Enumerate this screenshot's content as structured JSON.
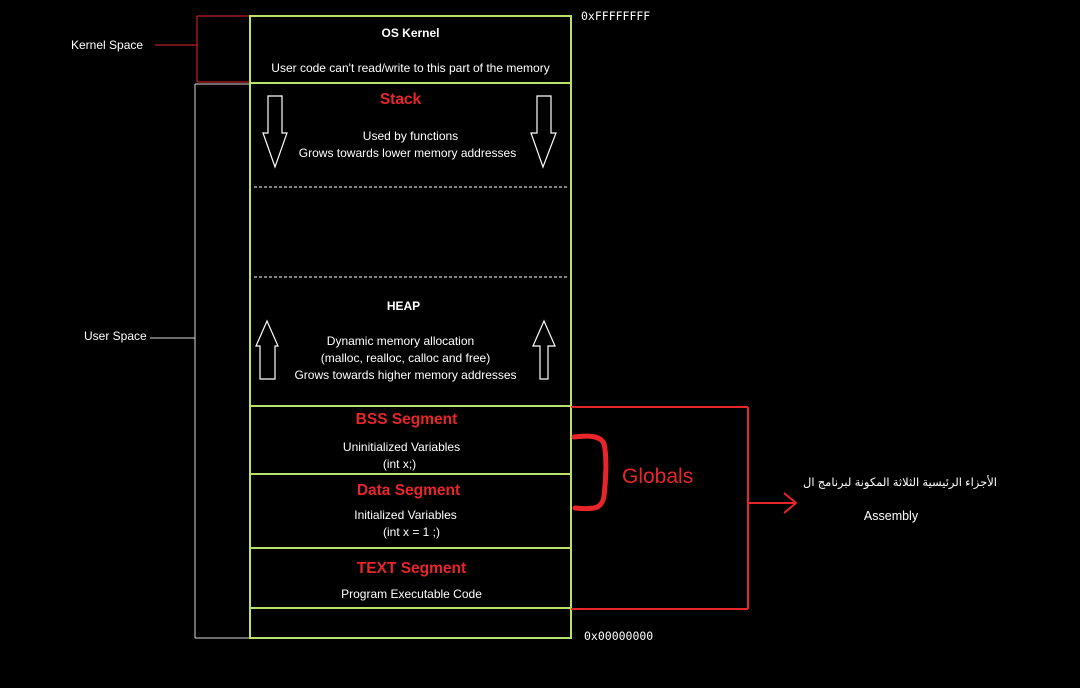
{
  "colors": {
    "background": "#000000",
    "segment_border": "#b7e36a",
    "accent_red": "#e8252a",
    "text": "#ffffff",
    "outline_gray": "#d9d9d9"
  },
  "addresses": {
    "top": "0xFFFFFFFF",
    "bottom": "0x00000000"
  },
  "spaces": {
    "kernel": "Kernel Space",
    "user": "User Space"
  },
  "kernel": {
    "title": "OS Kernel",
    "desc": "User code can't read/write to this part of the memory"
  },
  "stack": {
    "title": "Stack",
    "line1": "Used by functions",
    "line2": "Grows towards lower memory addresses",
    "arrow_icon": "down-arrow-icon"
  },
  "heap": {
    "title": "HEAP",
    "line1": "Dynamic memory allocation",
    "line2": "(malloc, realloc, calloc and free)",
    "line3": "Grows towards higher memory addresses",
    "arrow_icon": "up-arrow-icon"
  },
  "bss": {
    "title": "BSS Segment",
    "line1": "Uninitialized Variables",
    "line2": "(int x;)"
  },
  "data_segment": {
    "title": "Data Segment",
    "line1": "Initialized Variables",
    "line2": "(int x = 1 ;)"
  },
  "text_segment": {
    "title": "TEXT Segment",
    "line1": "Program Executable Code"
  },
  "globals_label": "Globals",
  "annotation": {
    "arabic": "الأجزاء الرئيسية الثلاثة المكونة لبرنامج ال",
    "english": "Assembly"
  }
}
